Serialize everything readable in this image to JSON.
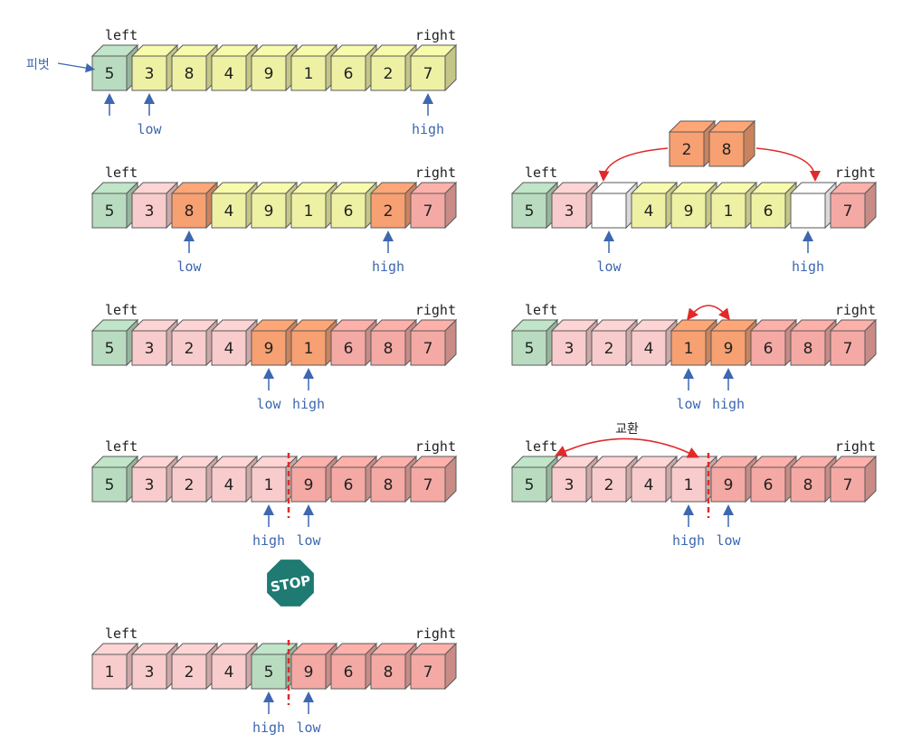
{
  "labels": {
    "left": "left",
    "right": "right",
    "low": "low",
    "high": "high",
    "pivot": "피벗",
    "swap": "교환",
    "stop": "STOP"
  },
  "colors": {
    "pivot": "#b9dcc0",
    "unsorted": "#eef1a4",
    "partition": "#f8cccc",
    "partition_dark": "#f4a9a4",
    "selected": "#f7a071",
    "empty": "#ffffff",
    "annotation_blue": "#3d67b0",
    "swap_red": "#e02a2a",
    "stop_sign": "#1e7a72"
  },
  "steps": [
    {
      "id": "step-1",
      "cells": [
        {
          "v": "5",
          "c": "pivot"
        },
        {
          "v": "3",
          "c": "unsorted"
        },
        {
          "v": "8",
          "c": "unsorted"
        },
        {
          "v": "4",
          "c": "unsorted"
        },
        {
          "v": "9",
          "c": "unsorted"
        },
        {
          "v": "1",
          "c": "unsorted"
        },
        {
          "v": "6",
          "c": "unsorted"
        },
        {
          "v": "2",
          "c": "unsorted"
        },
        {
          "v": "7",
          "c": "unsorted"
        }
      ],
      "arrows": [
        {
          "cell": 0,
          "label": ""
        },
        {
          "cell": 1,
          "label": "low"
        },
        {
          "cell": 8,
          "label": "high"
        }
      ],
      "pivot_label": true
    },
    {
      "id": "step-2",
      "cells": [
        {
          "v": "5",
          "c": "pivot"
        },
        {
          "v": "3",
          "c": "partition"
        },
        {
          "v": "8",
          "c": "selected"
        },
        {
          "v": "4",
          "c": "unsorted"
        },
        {
          "v": "9",
          "c": "unsorted"
        },
        {
          "v": "1",
          "c": "unsorted"
        },
        {
          "v": "6",
          "c": "unsorted"
        },
        {
          "v": "2",
          "c": "selected"
        },
        {
          "v": "7",
          "c": "partition_dark"
        }
      ],
      "arrows": [
        {
          "cell": 2,
          "label": "low"
        },
        {
          "cell": 7,
          "label": "high"
        }
      ]
    },
    {
      "id": "step-3",
      "cells": [
        {
          "v": "5",
          "c": "pivot"
        },
        {
          "v": "3",
          "c": "partition"
        },
        {
          "v": "",
          "c": "empty"
        },
        {
          "v": "4",
          "c": "unsorted"
        },
        {
          "v": "9",
          "c": "unsorted"
        },
        {
          "v": "1",
          "c": "unsorted"
        },
        {
          "v": "6",
          "c": "unsorted"
        },
        {
          "v": "",
          "c": "empty"
        },
        {
          "v": "7",
          "c": "partition_dark"
        }
      ],
      "arrows": [
        {
          "cell": 2,
          "label": "low"
        },
        {
          "cell": 7,
          "label": "high"
        }
      ],
      "lifted": [
        "2",
        "8"
      ]
    },
    {
      "id": "step-4",
      "cells": [
        {
          "v": "5",
          "c": "pivot"
        },
        {
          "v": "3",
          "c": "partition"
        },
        {
          "v": "2",
          "c": "partition"
        },
        {
          "v": "4",
          "c": "partition"
        },
        {
          "v": "9",
          "c": "selected"
        },
        {
          "v": "1",
          "c": "selected"
        },
        {
          "v": "6",
          "c": "partition_dark"
        },
        {
          "v": "8",
          "c": "partition_dark"
        },
        {
          "v": "7",
          "c": "partition_dark"
        }
      ],
      "arrows": [
        {
          "cell": 4,
          "label": "low"
        },
        {
          "cell": 5,
          "label": "high"
        }
      ]
    },
    {
      "id": "step-5",
      "cells": [
        {
          "v": "5",
          "c": "pivot"
        },
        {
          "v": "3",
          "c": "partition"
        },
        {
          "v": "2",
          "c": "partition"
        },
        {
          "v": "4",
          "c": "partition"
        },
        {
          "v": "1",
          "c": "selected"
        },
        {
          "v": "9",
          "c": "selected"
        },
        {
          "v": "6",
          "c": "partition_dark"
        },
        {
          "v": "8",
          "c": "partition_dark"
        },
        {
          "v": "7",
          "c": "partition_dark"
        }
      ],
      "arrows": [
        {
          "cell": 4,
          "label": "low"
        },
        {
          "cell": 5,
          "label": "high"
        }
      ],
      "swap_arc": true
    },
    {
      "id": "step-6",
      "cells": [
        {
          "v": "5",
          "c": "pivot"
        },
        {
          "v": "3",
          "c": "partition"
        },
        {
          "v": "2",
          "c": "partition"
        },
        {
          "v": "4",
          "c": "partition"
        },
        {
          "v": "1",
          "c": "partition"
        },
        {
          "v": "9",
          "c": "partition_dark"
        },
        {
          "v": "6",
          "c": "partition_dark"
        },
        {
          "v": "8",
          "c": "partition_dark"
        },
        {
          "v": "7",
          "c": "partition_dark"
        }
      ],
      "arrows": [
        {
          "cell": 4,
          "label": "high"
        },
        {
          "cell": 5,
          "label": "low"
        }
      ],
      "divider": true,
      "stop": true
    },
    {
      "id": "step-7",
      "cells": [
        {
          "v": "5",
          "c": "pivot"
        },
        {
          "v": "3",
          "c": "partition"
        },
        {
          "v": "2",
          "c": "partition"
        },
        {
          "v": "4",
          "c": "partition"
        },
        {
          "v": "1",
          "c": "partition"
        },
        {
          "v": "9",
          "c": "partition_dark"
        },
        {
          "v": "6",
          "c": "partition_dark"
        },
        {
          "v": "8",
          "c": "partition_dark"
        },
        {
          "v": "7",
          "c": "partition_dark"
        }
      ],
      "arrows": [
        {
          "cell": 4,
          "label": "high"
        },
        {
          "cell": 5,
          "label": "low"
        }
      ],
      "divider": true,
      "swap_label": true
    },
    {
      "id": "step-8",
      "cells": [
        {
          "v": "1",
          "c": "partition"
        },
        {
          "v": "3",
          "c": "partition"
        },
        {
          "v": "2",
          "c": "partition"
        },
        {
          "v": "4",
          "c": "partition"
        },
        {
          "v": "5",
          "c": "pivot"
        },
        {
          "v": "9",
          "c": "partition_dark"
        },
        {
          "v": "6",
          "c": "partition_dark"
        },
        {
          "v": "8",
          "c": "partition_dark"
        },
        {
          "v": "7",
          "c": "partition_dark"
        }
      ],
      "arrows": [
        {
          "cell": 4,
          "label": "high"
        },
        {
          "cell": 5,
          "label": "low"
        }
      ],
      "divider": true
    }
  ]
}
